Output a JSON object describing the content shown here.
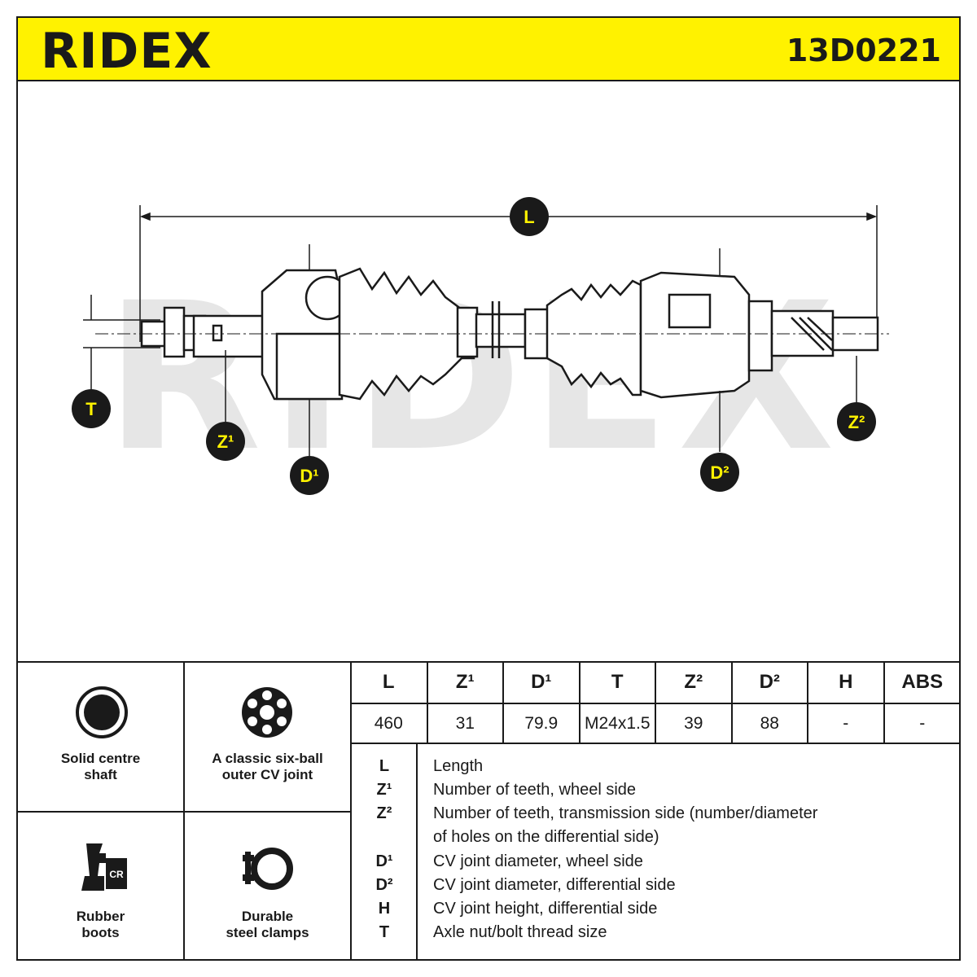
{
  "header": {
    "brand": "RIDEX",
    "part_number": "13D0221"
  },
  "diagram": {
    "watermark": "RIDEX",
    "labels": {
      "L": "L",
      "T": "T",
      "Z1": "Z¹",
      "D1": "D¹",
      "D2": "D²",
      "Z2": "Z²"
    }
  },
  "features": [
    {
      "label": "Solid centre shaft",
      "line1": "Solid centre",
      "line2": "shaft",
      "icon": "solid-shaft-icon"
    },
    {
      "label": "A classic six-ball outer CV joint",
      "line1": "A classic six-ball",
      "line2": "outer CV joint",
      "icon": "six-ball-joint-icon"
    },
    {
      "label": "Rubber boots",
      "line1": "Rubber",
      "line2": "boots",
      "icon": "rubber-boot-icon",
      "badge": "CR"
    },
    {
      "label": "Durable steel clamps",
      "line1": "Durable",
      "line2": "steel clamps",
      "icon": "steel-clamp-icon"
    }
  ],
  "spec_table": {
    "headers": [
      "L",
      "Z¹",
      "D¹",
      "T",
      "Z²",
      "D²",
      "H",
      "ABS"
    ],
    "values": [
      "460",
      "31",
      "79.9",
      "M24x1.5",
      "39",
      "88",
      "-",
      "-"
    ]
  },
  "legend": [
    {
      "key": "L",
      "text": "Length"
    },
    {
      "key": "Z¹",
      "text": "Number of teeth, wheel side"
    },
    {
      "key": "Z²",
      "text": "Number of teeth, transmission side (number/diameter"
    },
    {
      "key": "",
      "text": "of holes on the differential side)"
    },
    {
      "key": "D¹",
      "text": "CV joint diameter, wheel side"
    },
    {
      "key": "D²",
      "text": "CV joint diameter, differential side"
    },
    {
      "key": "H",
      "text": "CV joint height, differential side"
    },
    {
      "key": "T",
      "text": "Axle nut/bolt thread size"
    }
  ],
  "colors": {
    "accent": "#fff200",
    "ink": "#1a1a1a",
    "watermark": "#e6e6e6"
  }
}
